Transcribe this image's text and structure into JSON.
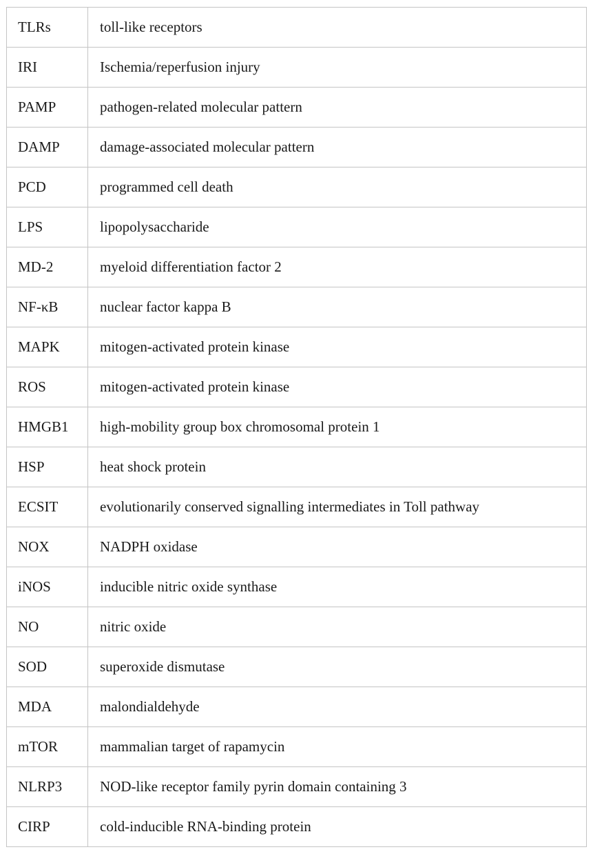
{
  "table": {
    "rows": [
      {
        "abbr": "TLRs",
        "definition": "toll-like receptors"
      },
      {
        "abbr": "IRI",
        "definition": "Ischemia/reperfusion injury"
      },
      {
        "abbr": "PAMP",
        "definition": "pathogen-related molecular pattern"
      },
      {
        "abbr": "DAMP",
        "definition": "damage-associated molecular pattern"
      },
      {
        "abbr": "PCD",
        "definition": "programmed cell death"
      },
      {
        "abbr": "LPS",
        "definition": "lipopolysaccharide"
      },
      {
        "abbr": "MD-2",
        "definition": "myeloid differentiation factor 2"
      },
      {
        "abbr": "NF-κB",
        "definition": "nuclear factor kappa B"
      },
      {
        "abbr": "MAPK",
        "definition": "mitogen-activated protein kinase"
      },
      {
        "abbr": "ROS",
        "definition": "mitogen-activated protein kinase"
      },
      {
        "abbr": "HMGB1",
        "definition": "high-mobility group box chromosomal protein 1"
      },
      {
        "abbr": "HSP",
        "definition": "heat shock protein"
      },
      {
        "abbr": "ECSIT",
        "definition": "evolutionarily conserved signalling intermediates in Toll pathway"
      },
      {
        "abbr": "NOX",
        "definition": "NADPH oxidase"
      },
      {
        "abbr": "iNOS",
        "definition": "inducible nitric oxide synthase"
      },
      {
        "abbr": "NO",
        "definition": "nitric oxide"
      },
      {
        "abbr": "SOD",
        "definition": "superoxide dismutase"
      },
      {
        "abbr": "MDA",
        "definition": "malondialdehyde"
      },
      {
        "abbr": "mTOR",
        "definition": "mammalian target of rapamycin"
      },
      {
        "abbr": "NLRP3",
        "definition": "NOD-like receptor family pyrin domain containing 3"
      },
      {
        "abbr": "CIRP",
        "definition": "cold-inducible RNA-binding protein"
      }
    ]
  }
}
